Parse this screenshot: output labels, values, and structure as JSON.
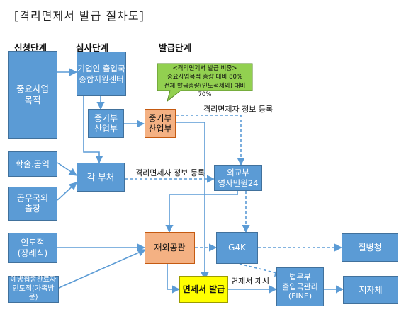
{
  "title": "[격리면제서 발급 절차도]",
  "stages": {
    "apply": "신청단계",
    "review": "심사단계",
    "issue": "발급단계"
  },
  "boxes": {
    "business": "중요사업\n목적",
    "academic": "학술.공익",
    "public_official": "공무국외\n출장",
    "humanitarian": "인도적\n(장례식)",
    "vaccinated": "예방접종완료자\n인도적(가족방문)",
    "kotra": "기업인 출입국\n종합지원센터",
    "mss_review": "중기부\n산업부",
    "ministries": "각 부처",
    "mss_issue": "중기부\n산업부",
    "mofa": "외교부\n영사민원24",
    "embassy": "재외공관",
    "g4k": "G4K",
    "certificate": "면제서 발급",
    "moj": "법무부\n출입국관리\n(FINE)",
    "kdca": "질병청",
    "local_gov": "지자체"
  },
  "callout": "<격리면제서 발급 비중>\n중요사업목적 총량 대비 80%\n전체 발급총량(인도적제외) 대비 70%",
  "edge_labels": {
    "info_register_top": "격리면제자 정보 등록",
    "info_register_mid": "격리면제자 정보 등록",
    "submit": "면제서 제시"
  },
  "colors": {
    "blue": "#5b9bd5",
    "orange": "#f4b183",
    "yellow": "#ffff00",
    "green_callout": "#92d050",
    "arrow": "#5b9bd5"
  }
}
